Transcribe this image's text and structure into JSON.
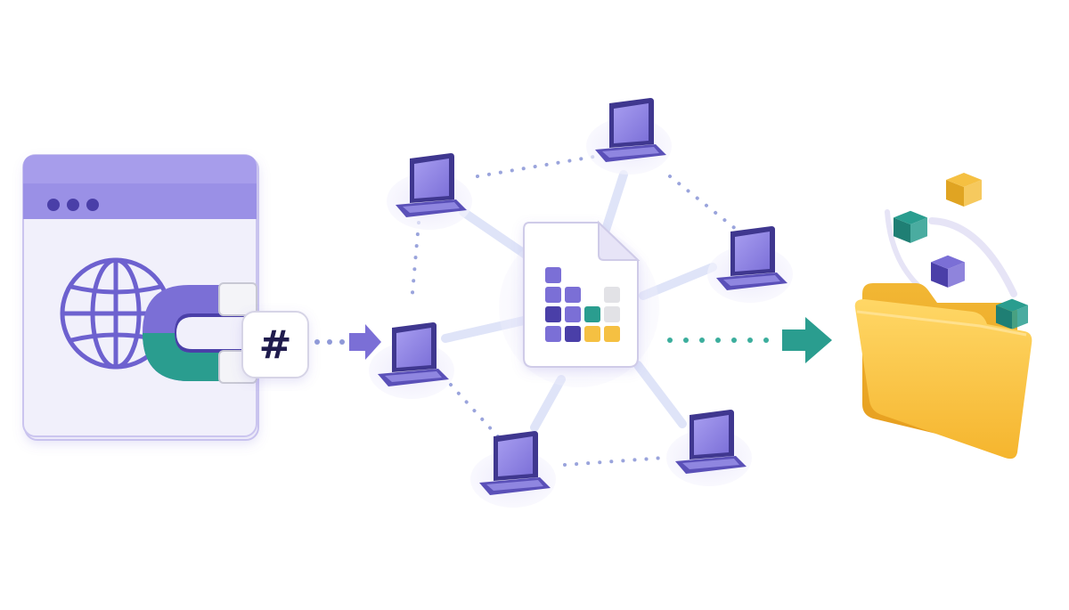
{
  "magnet_symbol": "#",
  "colors": {
    "purple": "#7b6fd6",
    "purple_dark": "#4a3fa8",
    "purple_light": "#c9c3f2",
    "teal": "#2a9d8f",
    "teal_dark": "#1f7f74",
    "yellow": "#f5c042",
    "yellow_dark": "#e0a422",
    "gray_tile": "#e2e2e6",
    "dot_purple": "#8f99d8",
    "dot_teal": "#3cae9d"
  },
  "icons": {
    "browser": "browser-window-icon",
    "globe": "globe-icon",
    "magnet": "magnet-icon",
    "hash": "hash-icon",
    "file": "torrent-file-icon",
    "laptop": "laptop-icon",
    "folder": "folder-icon",
    "cube": "data-cube-icon",
    "arrow": "arrow-right-icon"
  },
  "peers": [
    "peer-1",
    "peer-2",
    "peer-3",
    "peer-4",
    "peer-5",
    "peer-6"
  ]
}
